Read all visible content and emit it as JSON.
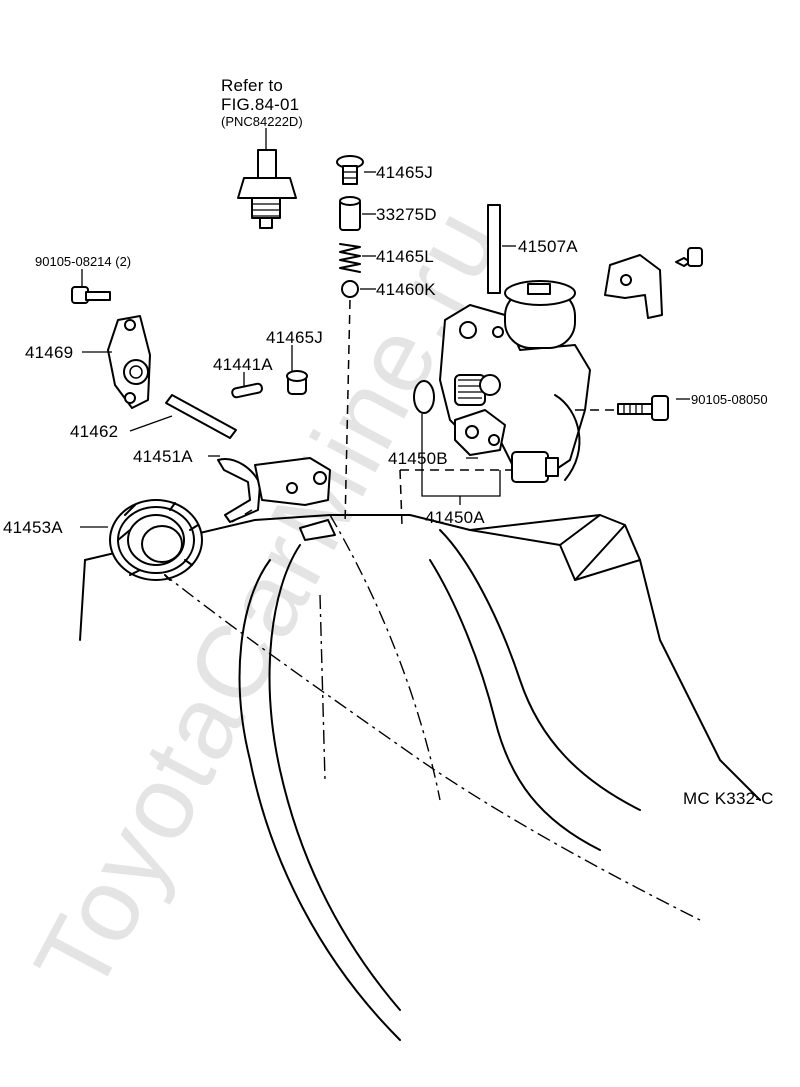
{
  "watermark": "ToyotaCarMine.ru",
  "reference": {
    "line1": "Refer to",
    "line2": "FIG.84-01",
    "line3": "(PNC84222D)"
  },
  "callouts": [
    {
      "id": "p41465J_top",
      "text": "41465J"
    },
    {
      "id": "p33275D",
      "text": "33275D"
    },
    {
      "id": "p41465L",
      "text": "41465L"
    },
    {
      "id": "p41460K",
      "text": "41460K"
    },
    {
      "id": "p41507A",
      "text": "41507A"
    },
    {
      "id": "p90105_08214",
      "text": "90105-08214 (2)"
    },
    {
      "id": "p41469",
      "text": "41469"
    },
    {
      "id": "p41465J",
      "text": "41465J"
    },
    {
      "id": "p41441A",
      "text": "41441A"
    },
    {
      "id": "p41462",
      "text": "41462"
    },
    {
      "id": "p41451A",
      "text": "41451A"
    },
    {
      "id": "p41450B",
      "text": "41450B"
    },
    {
      "id": "p90105_08050",
      "text": "90105-08050"
    },
    {
      "id": "p41450A",
      "text": "41450A"
    },
    {
      "id": "p41453A",
      "text": "41453A"
    }
  ],
  "diagram_code": "MC K332-C"
}
